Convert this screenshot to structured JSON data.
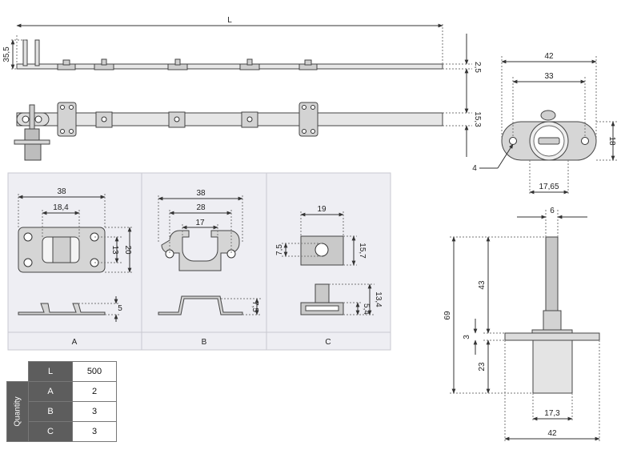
{
  "dims": {
    "L": "L",
    "h35": "35,5",
    "h25": "2,5",
    "h153": "15,3",
    "w42": "42",
    "w33": "33",
    "h18": "18",
    "d4": "4",
    "w1765": "17,65",
    "a38": "38",
    "a184": "18,4",
    "a13": "13",
    "a20": "20",
    "a5": "5",
    "b38": "38",
    "b28": "28",
    "b17": "17",
    "b75": "7,5",
    "c19": "19",
    "c75": "7,5",
    "c157": "15,7",
    "c134": "13,4",
    "c54": "5,4",
    "k6": "6",
    "k43": "43",
    "k69": "69",
    "k3": "3",
    "k23": "23",
    "k173": "17,3",
    "k42": "42"
  },
  "panels": {
    "a": "A",
    "b": "B",
    "c": "C"
  },
  "table": {
    "side_label": "Quantity",
    "rows": [
      {
        "key": "L",
        "value": "500"
      },
      {
        "key": "A",
        "value": "2"
      },
      {
        "key": "B",
        "value": "3"
      },
      {
        "key": "C",
        "value": "3"
      }
    ]
  }
}
